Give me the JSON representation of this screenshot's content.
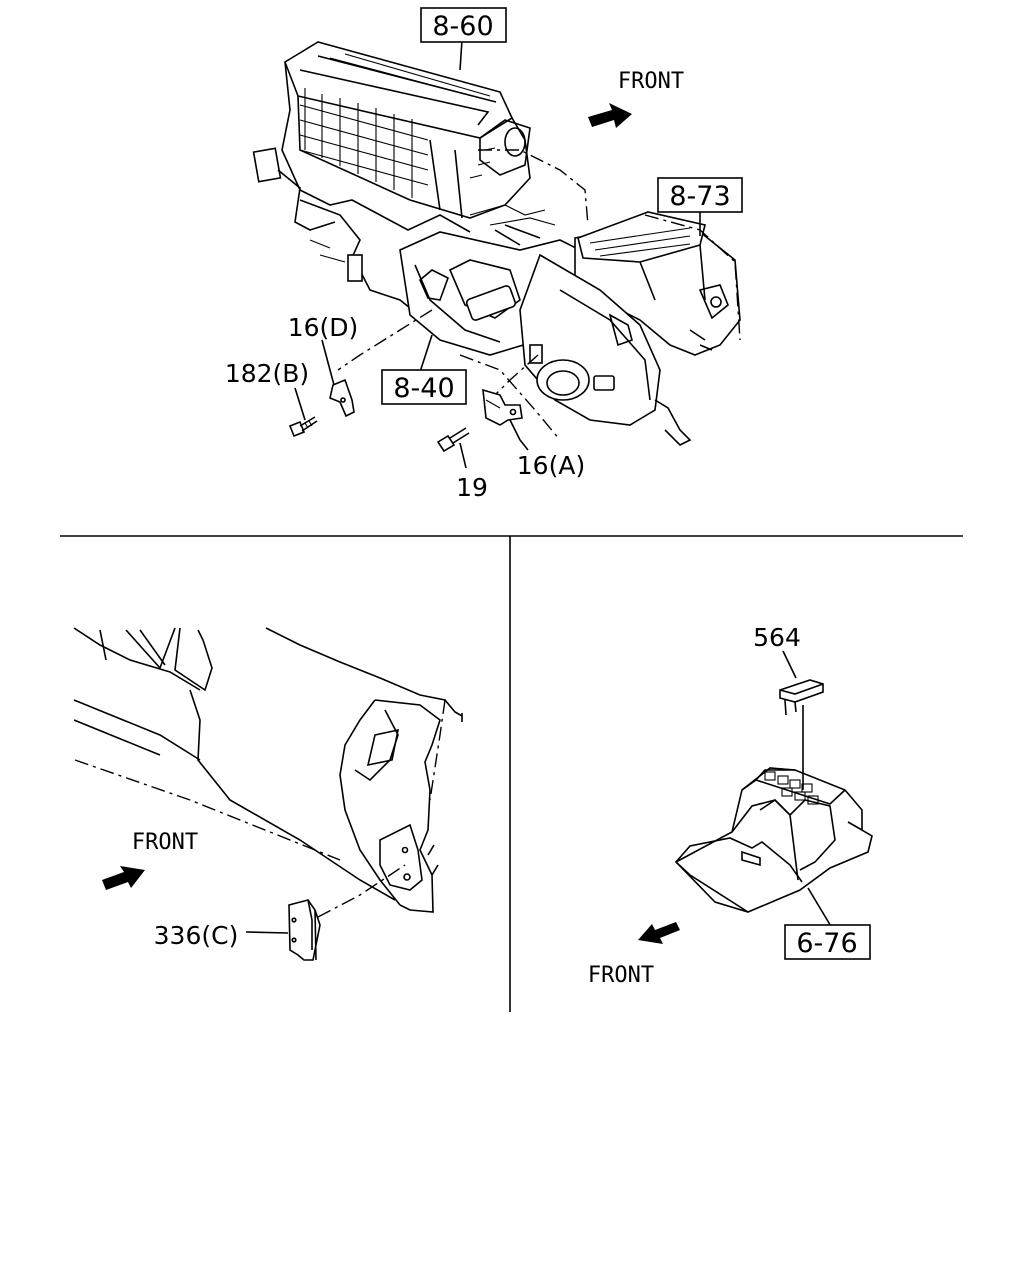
{
  "callouts": {
    "ref_8_60": "8-60",
    "ref_8_73": "8-73",
    "ref_8_40": "8-40",
    "ref_6_76": "6-76",
    "part_16d": "16(D)",
    "part_182b": "182(B)",
    "part_16a": "16(A)",
    "part_19": "19",
    "part_336c": "336(C)",
    "part_564": "564"
  },
  "direction_labels": {
    "top": "FRONT",
    "bottom_left": "FRONT",
    "bottom_right": "FRONT"
  }
}
